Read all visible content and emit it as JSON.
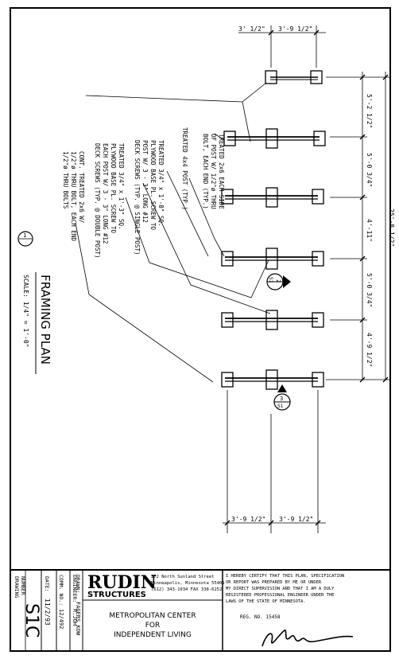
{
  "drawing": {
    "title": "FRAMING PLAN",
    "scale": "SCALE: 1/4\" = 1'-0\"",
    "section_marker": "1",
    "callouts": {
      "plate": [
        "TREATED 2x6 EACH SIDE",
        "OF POST W/ 1/2\"ø THRU",
        "BOLT, EACH END (TYP.)"
      ],
      "post": [
        "TREATED 4x4 POST (TYP.)"
      ],
      "single": [
        "TREATED 3/4\" x 1'-0\" SQ.",
        "PLYWOOD BASE PL. SCREW TO",
        "POST W/ 3 - 3\" LONG #12",
        "DECK SCREWS (TYP. @ SINGLE POST)"
      ],
      "double": [
        "TREATED 3/4\" x 1'-3\" SQ.",
        "PLYWOOD BASE PL. SCREW TO",
        "EACH POST W/ 3 - 3\" LONG #12",
        "DECK SCREWS (TYP. @ DOUBLE POST)"
      ],
      "cont": [
        "CONT. TREATED 2x6 W/",
        "1/2\"ø THRU BOLT, EACH END",
        "1/2\"ø THRU BOLTS"
      ]
    },
    "dims_right": [
      "5'-2 1/2\"",
      "5'-0 3/4\"",
      "4'-11\"",
      "5'-0 3/4\"",
      "4'-9 1/2\""
    ],
    "dim_overall": "25'-8 1/2\"",
    "dims_top": [
      "3' 1/2\"",
      "3'-9 1/2\""
    ],
    "dims_bottom": [
      "3'-9 1/2\"",
      "3'-9 1/2\""
    ],
    "detail_markers": [
      {
        "num": "2",
        "sheet": "S1"
      },
      {
        "num": "3",
        "sheet": "S1"
      }
    ]
  },
  "title_block": {
    "drawing_label": "DRAWING",
    "number_label": "NUMBER",
    "number": "S1C",
    "date_label": "DATE:",
    "date": "11/2/93",
    "comm_label": "COMM. NO.:",
    "comm": "12/492",
    "engineer_label": "ENGINEER:",
    "engineer": "R.JOH",
    "drawn_label": "DRAWN:",
    "drawn": "FAGERS KOW",
    "company": "RUDIN",
    "company_sub": "STRUCTURES",
    "address": [
      "272 North Sunland Street",
      "Minneapolis, Minnesota 55401",
      "(612) 343-1034  FAX 338-6252"
    ],
    "project": [
      "METROPOLITAN CENTER",
      "FOR",
      "INDEPENDENT LIVING"
    ],
    "certification": [
      "I HEREBY CERTIFY THAT THIS PLAN, SPECIFICATION",
      "OR REPORT WAS PREPARED BY ME OR UNDER",
      "MY DIRECT SUPERVISION AND THAT I AM A DULY",
      "REGISTERED PROFESSIONAL ENGINEER UNDER THE",
      "LAWS OF THE STATE OF MINNESOTA."
    ],
    "reg_no": "REG. NO. 15458"
  }
}
